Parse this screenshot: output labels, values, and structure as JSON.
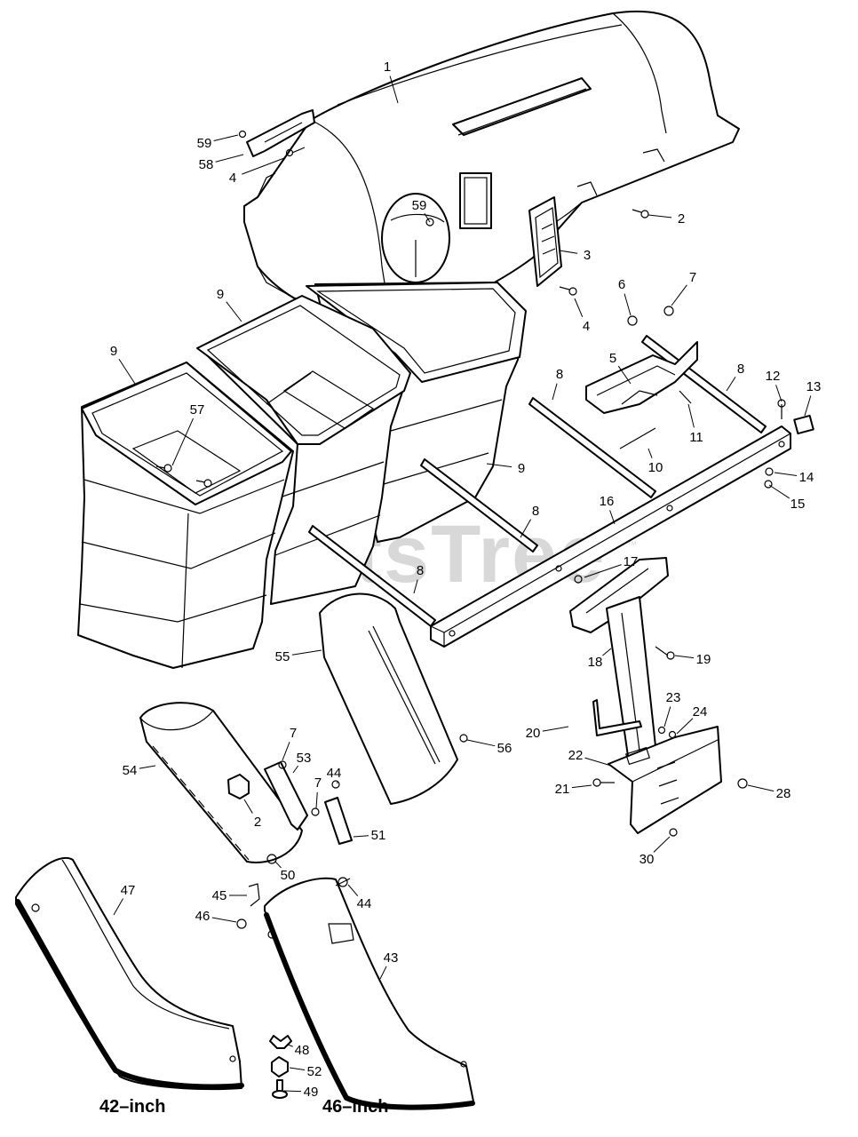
{
  "watermark": {
    "text": "PartsTree",
    "trademark": "™"
  },
  "captions": {
    "left": "42–inch",
    "right": "46–inch"
  },
  "callouts": [
    {
      "id": "c1",
      "label": "1"
    },
    {
      "id": "c59a",
      "label": "59"
    },
    {
      "id": "c58",
      "label": "58"
    },
    {
      "id": "c4a",
      "label": "4"
    },
    {
      "id": "c59b",
      "label": "59"
    },
    {
      "id": "c2a",
      "label": "2"
    },
    {
      "id": "c3",
      "label": "3"
    },
    {
      "id": "c4b",
      "label": "4"
    },
    {
      "id": "c6",
      "label": "6"
    },
    {
      "id": "c7a",
      "label": "7"
    },
    {
      "id": "c9a",
      "label": "9"
    },
    {
      "id": "c9b",
      "label": "9"
    },
    {
      "id": "c9c",
      "label": "9"
    },
    {
      "id": "c57",
      "label": "57"
    },
    {
      "id": "c5",
      "label": "5"
    },
    {
      "id": "c8a",
      "label": "8"
    },
    {
      "id": "c8b",
      "label": "8"
    },
    {
      "id": "c12",
      "label": "12"
    },
    {
      "id": "c13",
      "label": "13"
    },
    {
      "id": "c11",
      "label": "11"
    },
    {
      "id": "c10",
      "label": "10"
    },
    {
      "id": "c14",
      "label": "14"
    },
    {
      "id": "c15",
      "label": "15"
    },
    {
      "id": "c16",
      "label": "16"
    },
    {
      "id": "c8c",
      "label": "8"
    },
    {
      "id": "c8d",
      "label": "8"
    },
    {
      "id": "c17",
      "label": "17"
    },
    {
      "id": "c55",
      "label": "55"
    },
    {
      "id": "c18",
      "label": "18"
    },
    {
      "id": "c19",
      "label": "19"
    },
    {
      "id": "c56",
      "label": "56"
    },
    {
      "id": "c20",
      "label": "20"
    },
    {
      "id": "c23",
      "label": "23"
    },
    {
      "id": "c24",
      "label": "24"
    },
    {
      "id": "c7b",
      "label": "7"
    },
    {
      "id": "c53",
      "label": "53"
    },
    {
      "id": "c54",
      "label": "54"
    },
    {
      "id": "c44a",
      "label": "44"
    },
    {
      "id": "c22",
      "label": "22"
    },
    {
      "id": "c7c",
      "label": "7"
    },
    {
      "id": "c21",
      "label": "21"
    },
    {
      "id": "c28",
      "label": "28"
    },
    {
      "id": "c2b",
      "label": "2"
    },
    {
      "id": "c51",
      "label": "51"
    },
    {
      "id": "c30",
      "label": "30"
    },
    {
      "id": "c50",
      "label": "50"
    },
    {
      "id": "c47",
      "label": "47"
    },
    {
      "id": "c45",
      "label": "45"
    },
    {
      "id": "c44b",
      "label": "44"
    },
    {
      "id": "c46",
      "label": "46"
    },
    {
      "id": "c43",
      "label": "43"
    },
    {
      "id": "c48",
      "label": "48"
    },
    {
      "id": "c52",
      "label": "52"
    },
    {
      "id": "c49",
      "label": "49"
    }
  ]
}
